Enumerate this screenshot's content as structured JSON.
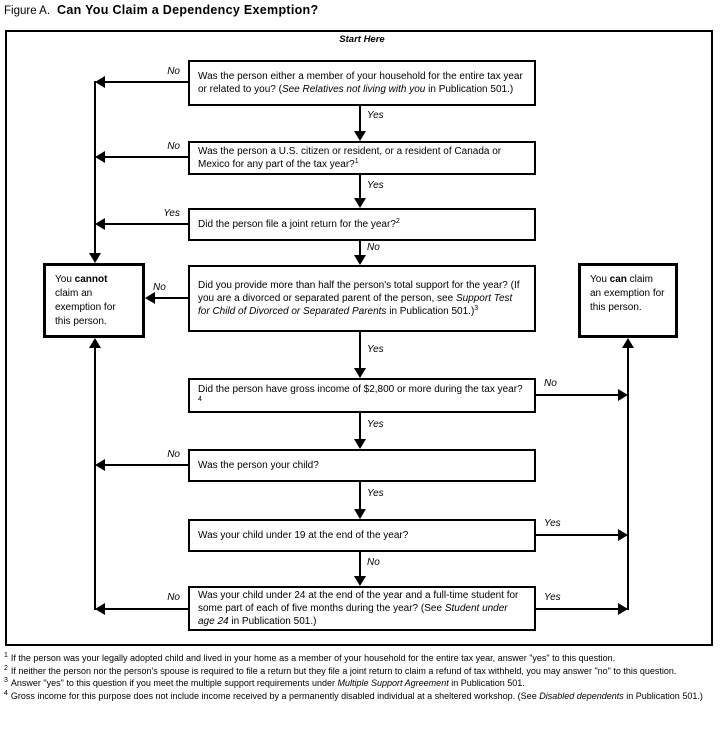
{
  "title": {
    "figure_label": "Figure A.",
    "main": "Can You Claim a Dependency Exemption?"
  },
  "flow": {
    "start_label": "Start Here",
    "outcome_cannot": [
      {
        "t": "You "
      },
      {
        "t": "cannot",
        "b": true
      },
      {
        "t": " claim an exemption for this person."
      }
    ],
    "outcome_can": [
      {
        "t": "You "
      },
      {
        "t": "can",
        "b": true
      },
      {
        "t": " claim an exemption for this person."
      }
    ],
    "questions": [
      {
        "text": [
          {
            "t": "Was the person either a member of your household for the entire tax year or related to you? ("
          },
          {
            "t": "See Relatives not living with you",
            "i": true
          },
          {
            "t": " in Publication 501.)"
          }
        ],
        "left_label": "No",
        "down_label": "Yes"
      },
      {
        "text": [
          {
            "t": "Was the person a U.S. citizen or resident, or a resident of Canada or Mexico for any part of the tax year?"
          },
          {
            "t": "1",
            "sup": true
          }
        ],
        "left_label": "No",
        "down_label": "Yes"
      },
      {
        "text": [
          {
            "t": "Did the person file a joint return for the year?"
          },
          {
            "t": "2",
            "sup": true
          }
        ],
        "left_label": "Yes",
        "down_label": "No"
      },
      {
        "text": [
          {
            "t": "Did you provide more than half the person's total support for the year? (If you are a divorced or separated parent of the person, see "
          },
          {
            "t": "Support Test for Child of Divorced or Separated Parents",
            "i": true
          },
          {
            "t": " in Publication 501.)"
          },
          {
            "t": "3",
            "sup": true
          }
        ],
        "left_label": "No",
        "down_label": "Yes"
      },
      {
        "text": [
          {
            "t": "Did the person have gross income of $2,800 or more during the tax year?"
          },
          {
            "t": "4",
            "sup": true
          }
        ],
        "right_label": "No",
        "down_label": "Yes"
      },
      {
        "text": [
          {
            "t": "Was the person your child?"
          }
        ],
        "left_label": "No",
        "down_label": "Yes"
      },
      {
        "text": [
          {
            "t": "Was your child under 19 at the end of the year?"
          }
        ],
        "right_label": "Yes",
        "down_label": "No"
      },
      {
        "text": [
          {
            "t": "Was your child under 24 at the end of the year and a full-time student for some part of each of five months during the year? (See "
          },
          {
            "t": "Student under age 24",
            "i": true
          },
          {
            "t": " in Publication 501.)"
          }
        ],
        "left_label": "No",
        "right_label": "Yes"
      }
    ]
  },
  "footnotes": [
    {
      "marker": "1",
      "text": [
        {
          "t": "If the person was your legally adopted child and lived in your home as a member of your household for the entire tax year, answer \"yes\" to this question."
        }
      ]
    },
    {
      "marker": "2",
      "text": [
        {
          "t": "If neither the person nor the person's spouse is required to file a return but they file a joint return to claim a refund of tax withheld, you may answer \"no\" to this question."
        }
      ]
    },
    {
      "marker": "3",
      "text": [
        {
          "t": "Answer \"yes\" to this question if you meet the multiple support requirements under "
        },
        {
          "t": "Multiple Support Agreement",
          "i": true
        },
        {
          "t": " in Publication 501."
        }
      ]
    },
    {
      "marker": "4",
      "text": [
        {
          "t": "Gross income for this purpose does not include income received by a permanently disabled individual at a sheltered workshop. (See "
        },
        {
          "t": "Disabled dependents",
          "i": true
        },
        {
          "t": " in Publication 501.)"
        }
      ]
    }
  ]
}
